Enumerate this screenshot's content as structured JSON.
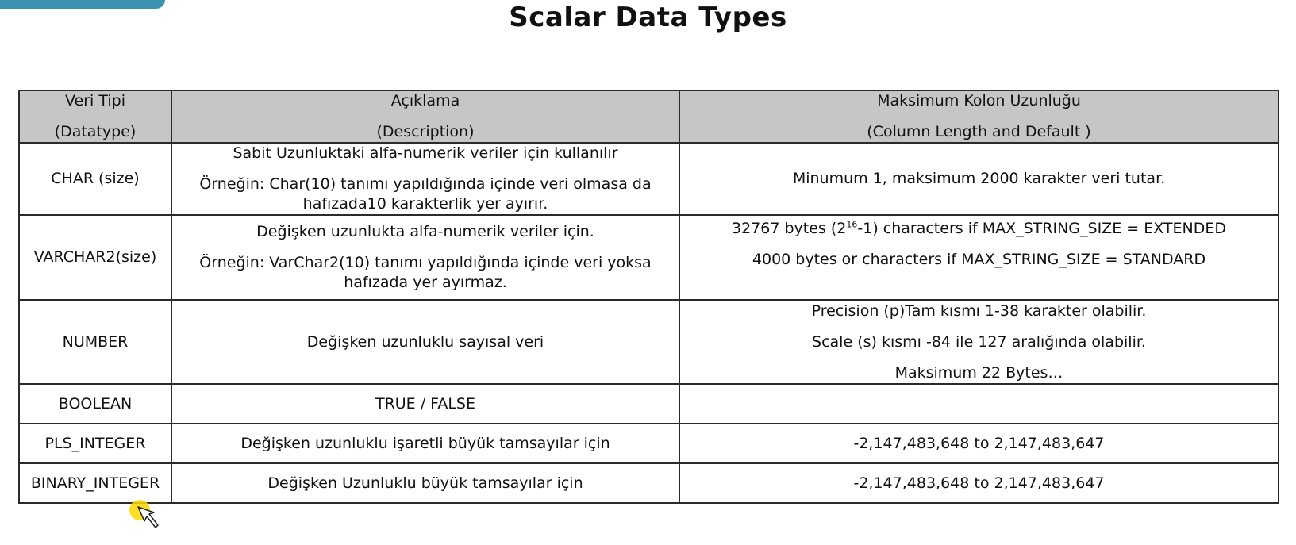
{
  "title": "Scalar Data Types",
  "header": {
    "col1_line1": "Veri Tipi",
    "col1_line2": "(Datatype)",
    "col2_line1": "Açıklama",
    "col2_line2": "(Description)",
    "col3_line1": "Maksimum Kolon Uzunluğu",
    "col3_line2": "(Column Length and Default )"
  },
  "rows": [
    {
      "type": "CHAR (size)",
      "desc_line1": "Sabit Uzunluktaki alfa-numerik veriler için kullanılır",
      "desc_line2": "Örneğin: Char(10) tanımı yapıldığında içinde veri olmasa da hafızada10 karakterlik yer ayırır.",
      "length_line1": "Minumum 1, maksimum 2000 karakter veri tutar."
    },
    {
      "type": "VARCHAR2(size)",
      "desc_line1": "Değişken uzunlukta alfa-numerik veriler için.",
      "desc_line2": "Örneğin: VarChar2(10) tanımı yapıldığında içinde veri yoksa hafızada yer ayırmaz.",
      "length_line1_pre": "32767 bytes (2",
      "length_line1_sup": "16",
      "length_line1_post": "-1) characters if MAX_STRING_SIZE = EXTENDED",
      "length_line2": "4000 bytes or characters if MAX_STRING_SIZE = STANDARD"
    },
    {
      "type": "NUMBER",
      "desc_line1": "Değişken uzunluklu sayısal veri",
      "length_line1": "Precision (p)Tam kısmı 1-38 karakter olabilir.",
      "length_line2": "Scale (s) kısmı -84 ile 127 aralığında olabilir.",
      "length_line3": "Maksimum 22 Bytes…"
    },
    {
      "type": "BOOLEAN",
      "desc_line1": "TRUE / FALSE",
      "length_line1": ""
    },
    {
      "type": "PLS_INTEGER",
      "desc_line1": "Değişken uzunluklu işaretli büyük tamsayılar için",
      "length_line1": "-2,147,483,648 to 2,147,483,647"
    },
    {
      "type": "BINARY_INTEGER",
      "desc_line1": "Değişken Uzunluklu büyük tamsayılar için",
      "length_line1": "-2,147,483,648 to 2,147,483,647"
    }
  ],
  "colors": {
    "header_bg": "#c6c6c6",
    "accent_tab": "#3d93b0",
    "cursor_highlight": "#ffd700"
  }
}
